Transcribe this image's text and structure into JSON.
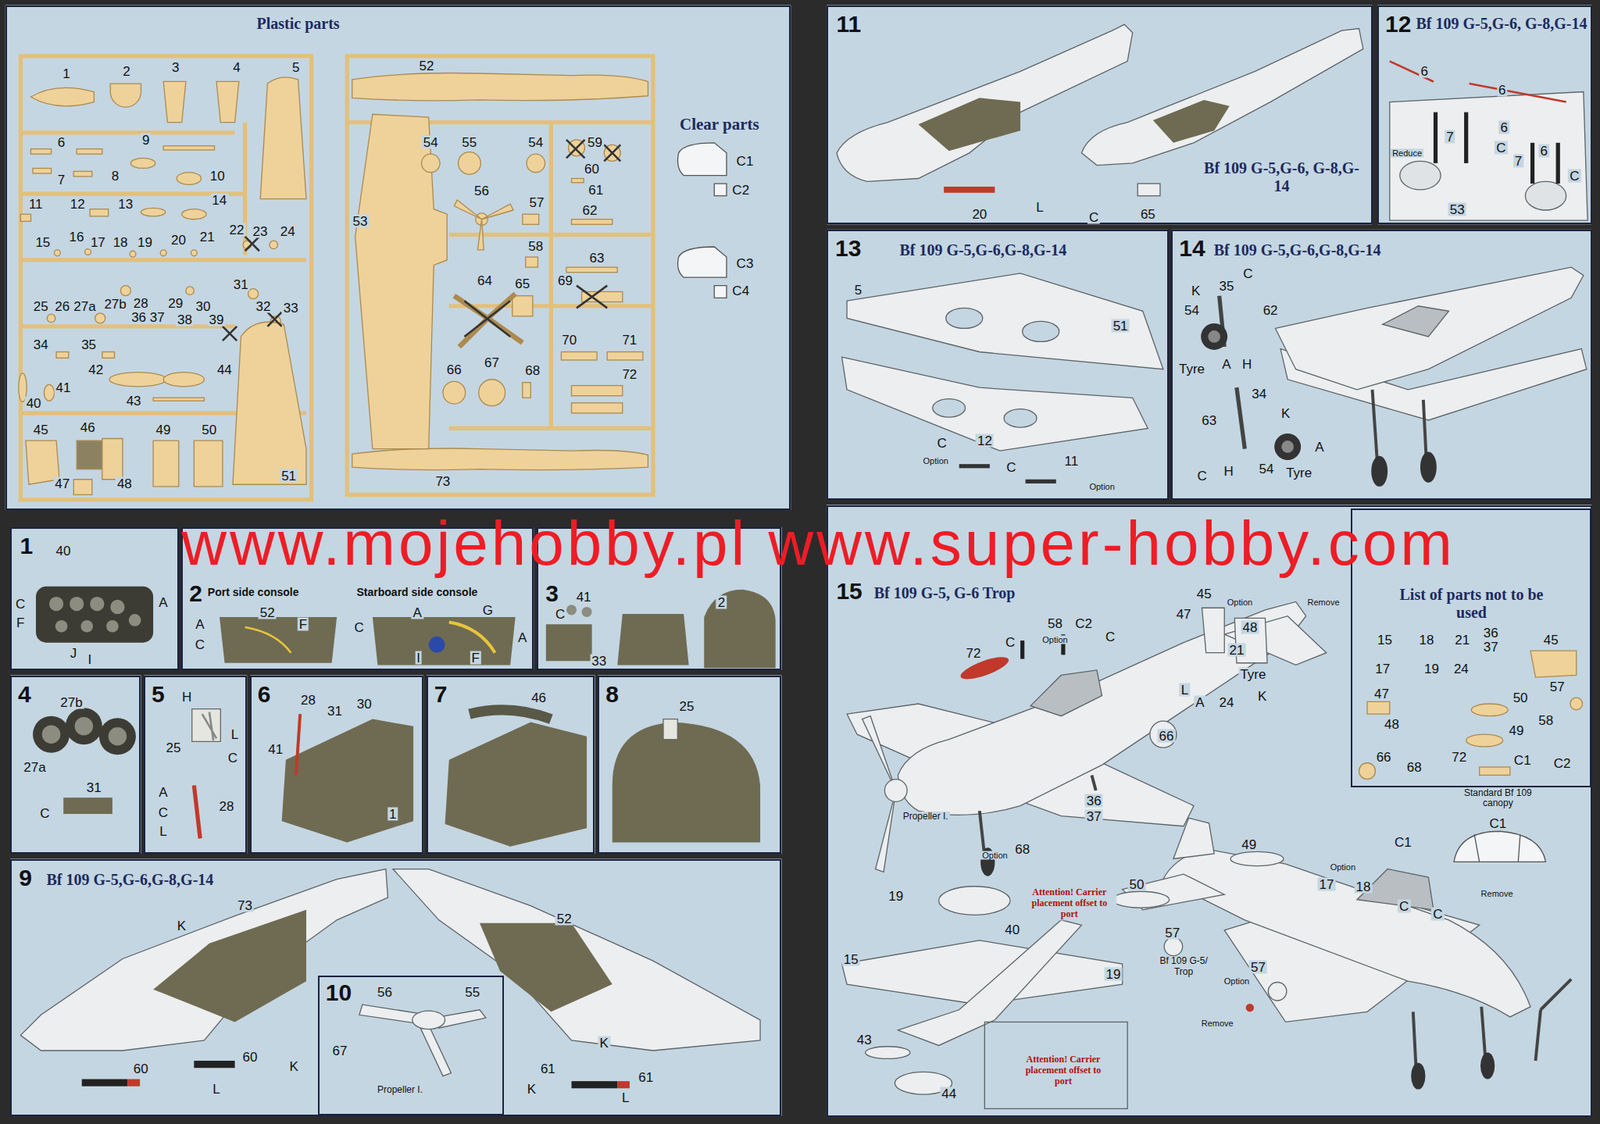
{
  "diagram": {
    "nodes": [
      {
        "text": [
          "Plastic parts"
        ]
      },
      {
        "text": [
          "1"
        ]
      },
      {
        "text": [
          "2",
          "Port side console",
          "Starboard side console"
        ]
      },
      {
        "text": [
          "3"
        ]
      },
      {
        "text": [
          "4"
        ]
      },
      {
        "text": [
          "5"
        ]
      },
      {
        "text": [
          "6"
        ]
      },
      {
        "text": [
          "7"
        ]
      },
      {
        "text": [
          "8"
        ]
      },
      {
        "text": [
          "9",
          "Bf 109 G-5,G-6,G-8,G-14"
        ]
      },
      {
        "text": [
          "10"
        ],
        "in": 9
      },
      {
        "text": [
          "11",
          "Bf 109 G-5,G-6, G-8,G-14"
        ]
      },
      {
        "text": [
          "12",
          "Bf 109 G-5,G-6, G-8,G-14"
        ]
      },
      {
        "text": [
          "13",
          "Bf 109 G-5,G-6,G-8,G-14"
        ]
      },
      {
        "text": [
          "14",
          "Bf 109 G-5,G-6,G-8,G-14"
        ]
      },
      {
        "text": [
          "15",
          "Bf 109 G-5, G-6 Trop"
        ]
      },
      {
        "text": [
          "List of parts not to be used"
        ],
        "in": 15
      }
    ],
    "labels": [
      "1",
      "2",
      "3",
      "4",
      "5",
      "6",
      "9",
      "7",
      "8",
      "10",
      "11",
      "12",
      "13",
      "14",
      "22",
      "23",
      "24",
      "15",
      "16",
      "17",
      "18",
      "19",
      "20",
      "21",
      "31",
      "25",
      "26",
      "27a",
      "27b",
      "28",
      "29",
      "30",
      "32",
      "33",
      "36",
      "37",
      "38",
      "39",
      "34",
      "35",
      "42",
      "44",
      "41",
      "40",
      "43",
      "45",
      "46",
      "49",
      "50",
      "47",
      "48",
      "51",
      "52",
      "54",
      "55",
      "54",
      "59",
      "60",
      "53",
      "56",
      "57",
      "61",
      "62",
      "58",
      "63",
      "64",
      "65",
      "69",
      "70",
      "71",
      "72",
      "66",
      "67",
      "68",
      "73",
      "Clear parts",
      "C1",
      "C2",
      "C3",
      "C4",
      "40",
      "A",
      "C",
      "F",
      "J",
      "I",
      "52",
      "F",
      "A",
      "C",
      "C",
      "A",
      "G",
      "A",
      "I",
      "F",
      "41",
      "C",
      "33",
      "2",
      "27b",
      "27a",
      "31",
      "C",
      "H",
      "25",
      "L",
      "C",
      "A",
      "C",
      "L",
      "28",
      "28",
      "31",
      "30",
      "41",
      "1",
      "46",
      "25",
      "73",
      "52",
      "K",
      "60",
      "60",
      "K",
      "L",
      "K",
      "61",
      "K",
      "L",
      "61",
      "56",
      "55",
      "67",
      "Propeller I.",
      "20",
      "L",
      "C",
      "65",
      "6",
      "6",
      "Reduce",
      "7",
      "6",
      "C",
      "7",
      "6",
      "C",
      "53",
      "5",
      "51",
      "C",
      "12",
      "Option",
      "C",
      "11",
      "Option",
      "K",
      "35",
      "C",
      "54",
      "62",
      "Tyre",
      "A",
      "H",
      "34",
      "K",
      "63",
      "C",
      "H",
      "54",
      "A",
      "Tyre",
      "45",
      "Option",
      "Remove",
      "47",
      "48",
      "58",
      "Option",
      "C2",
      "C",
      "C",
      "72",
      "21",
      "Tyre",
      "L",
      "A",
      "24",
      "K",
      "66",
      "36",
      "37",
      "Propeller I.",
      "Option",
      "68",
      "Attention! Carrier placement offset to port",
      "19",
      "40",
      "15",
      "19",
      "50",
      "49",
      "Option",
      "17",
      "18",
      "C1",
      "C",
      "C",
      "57",
      "Bf 109 G-5/ Trop",
      "Option",
      "57",
      "Remove",
      "Standard Bf 109 canopy",
      "C1",
      "Remove",
      "43",
      "44",
      "Attention! Carrier placement offset to port",
      "15",
      "18",
      "21",
      "36",
      "37",
      "45",
      "17",
      "19",
      "24",
      "47",
      "57",
      "50",
      "48",
      "58",
      "49",
      "66",
      "68",
      "72",
      "C1",
      "C2",
      "www.mojehobby.pl www.super-hobby.com"
    ]
  }
}
